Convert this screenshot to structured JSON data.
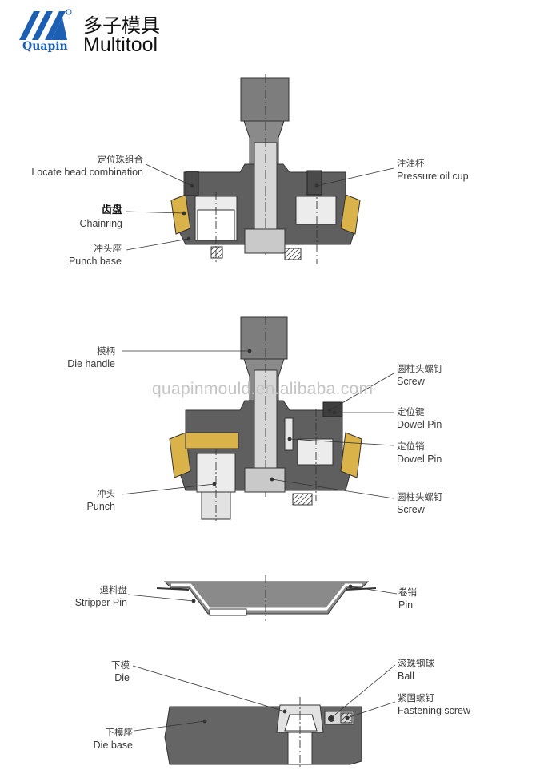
{
  "brand": {
    "logo_text": "Quapin",
    "registered_mark": "®",
    "title_cn": "多子模具",
    "title_en": "Multitool",
    "color_blue": "#1d5fb3"
  },
  "watermark": "quapinmould.en.alibaba.com",
  "colors": {
    "dark_gray": "#5c5c5c",
    "mid_gray": "#8a8a8a",
    "light_gray": "#d9d9d9",
    "gold": "#d9b24a"
  },
  "labels": {
    "locate_bead": {
      "cn": "定位珠组合",
      "en": "Locate bead combination"
    },
    "chainring": {
      "cn": "齿盘",
      "en": "Chainring"
    },
    "punch_base": {
      "cn": "冲头座",
      "en": "Punch base"
    },
    "pressure_oil_cup": {
      "cn": "注油杯",
      "en": "Pressure oil cup"
    },
    "die_handle": {
      "cn": "模柄",
      "en": "Die handle"
    },
    "punch": {
      "cn": "冲头",
      "en": "Punch"
    },
    "screw_top": {
      "cn": "圆柱头螺钉",
      "en": "Screw"
    },
    "dowel_pin_key": {
      "cn": "定位键",
      "en": "Dowel Pin"
    },
    "dowel_pin_pin": {
      "cn": "定位销",
      "en": "Dowel Pin"
    },
    "screw_bottom": {
      "cn": "圆柱头螺钉",
      "en": "Screw"
    },
    "stripper_pin": {
      "cn": "退料盘",
      "en": "Stripper Pin"
    },
    "pin": {
      "cn": "卷销",
      "en": "Pin"
    },
    "die": {
      "cn": "下模",
      "en": "Die"
    },
    "die_base": {
      "cn": "下模座",
      "en": "Die base"
    },
    "ball": {
      "cn": "滚珠钢球",
      "en": "Ball"
    },
    "fastening_screw": {
      "cn": "紧固螺钉",
      "en": "Fastening screw"
    }
  }
}
